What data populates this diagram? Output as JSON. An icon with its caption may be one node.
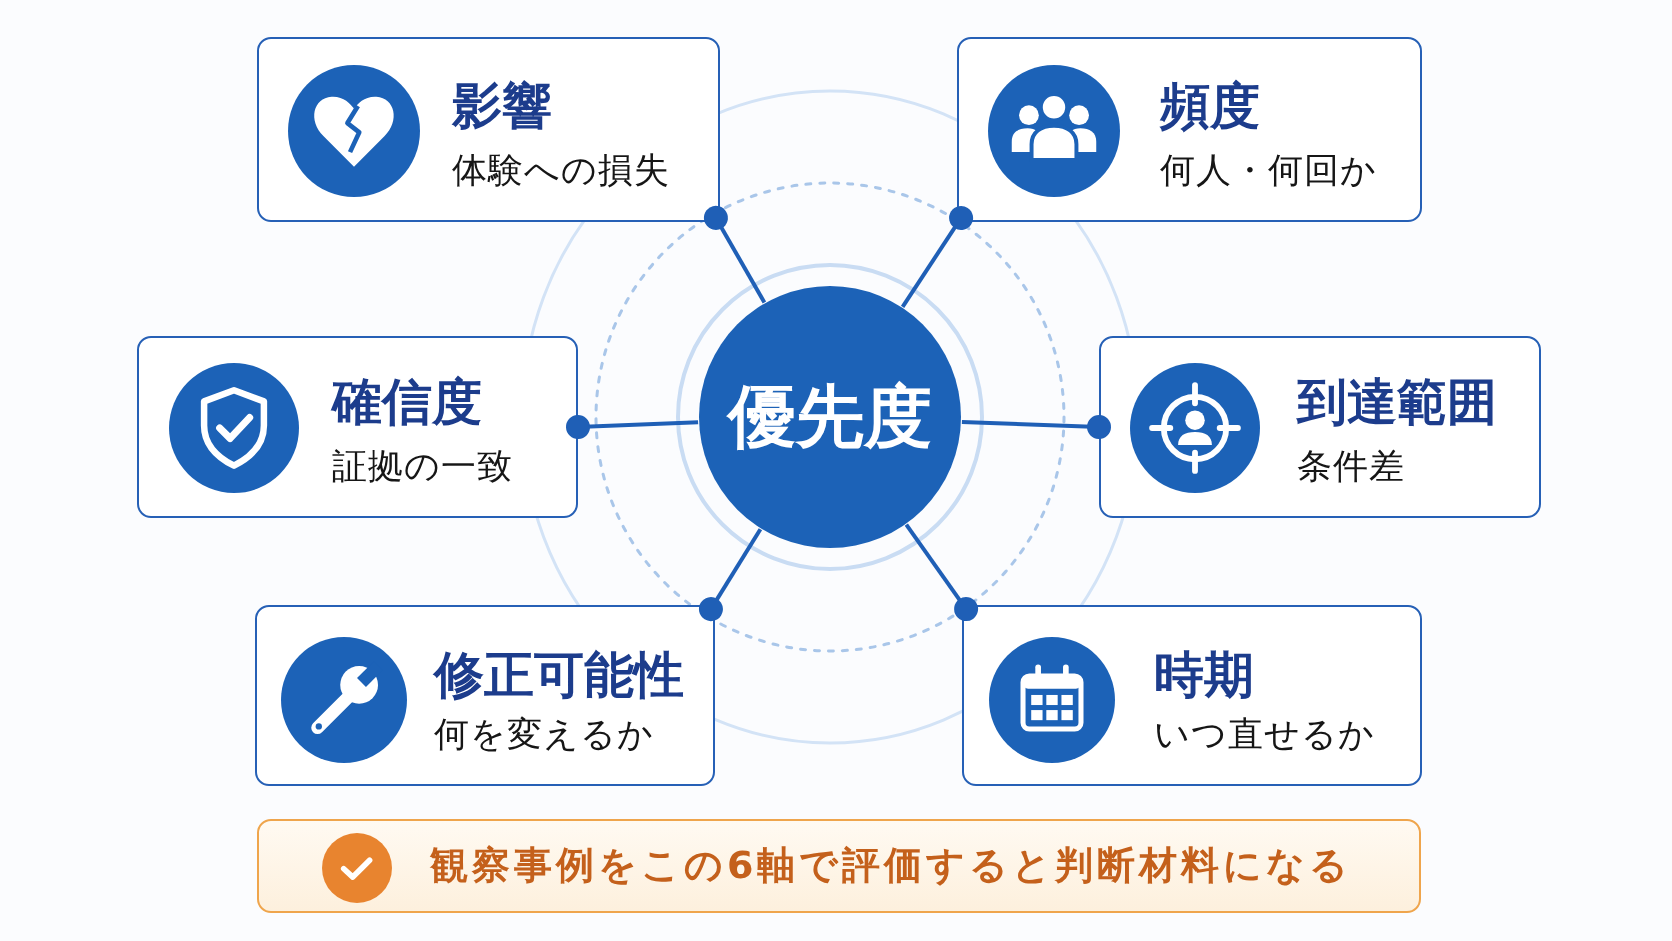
{
  "diagram": {
    "nodes": [
      {
        "text": [
          "影響",
          "体験への損失"
        ]
      },
      {
        "text": [
          "頻度",
          "何人・何回か"
        ]
      },
      {
        "text": [
          "確信度",
          "証拠の一致"
        ]
      },
      {
        "text": [
          "優先度"
        ]
      },
      {
        "text": [
          "到達範囲",
          "条件差"
        ]
      },
      {
        "text": [
          "修正可能性",
          "何を変えるか"
        ]
      },
      {
        "text": [
          "時期",
          "いつ直せるか"
        ]
      },
      {
        "text": [
          "観察事例をこの6軸で評価すると判断材料になる"
        ]
      }
    ],
    "edges": [
      {
        "from": 3,
        "to": 0,
        "arrow": "other"
      },
      {
        "from": 3,
        "to": 1,
        "arrow": "other"
      },
      {
        "from": 3,
        "to": 2,
        "arrow": "other"
      },
      {
        "from": 3,
        "to": 4,
        "arrow": "other"
      },
      {
        "from": 3,
        "to": 5,
        "arrow": "other"
      },
      {
        "from": 3,
        "to": 6,
        "arrow": "other"
      }
    ]
  }
}
